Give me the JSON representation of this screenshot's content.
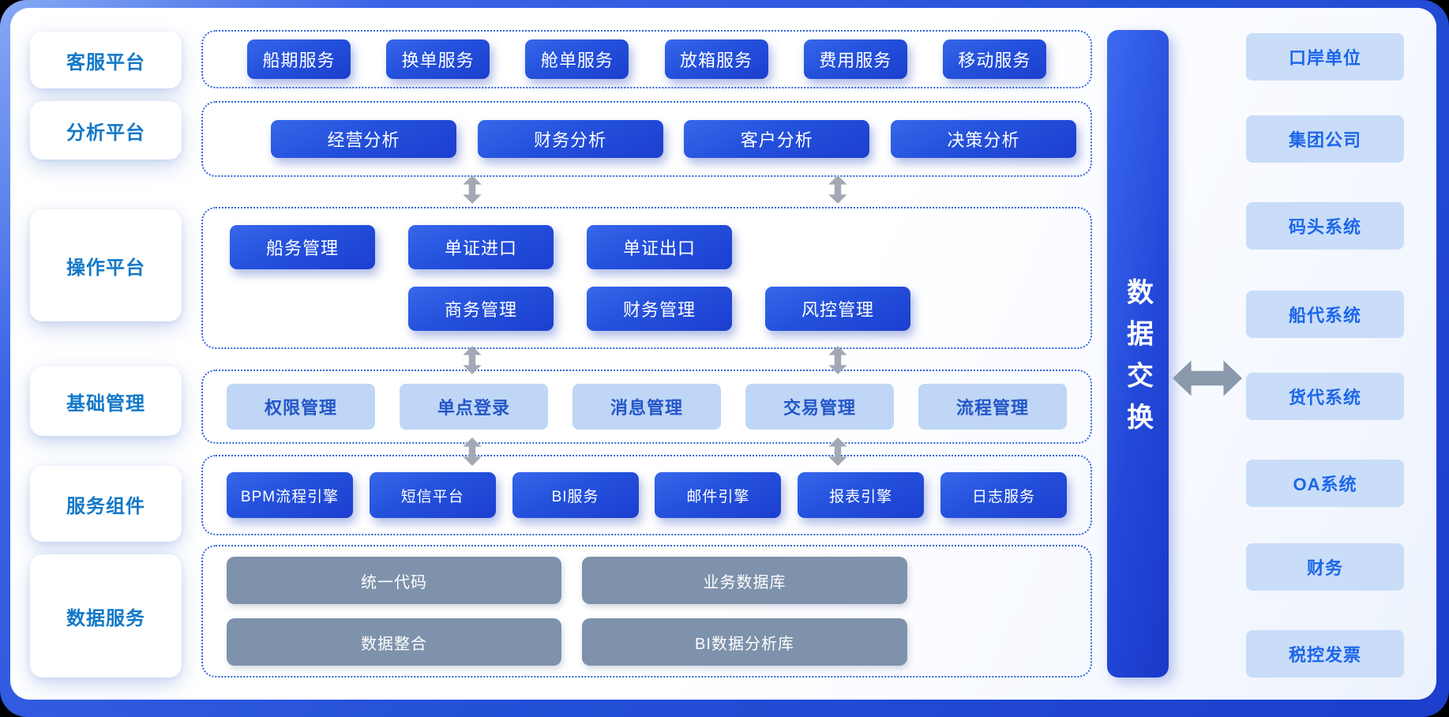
{
  "left_panels": [
    "客服平台",
    "分析平台",
    "操作平台",
    "基础管理",
    "服务组件",
    "数据服务"
  ],
  "rows": {
    "customer_service": [
      "船期服务",
      "换单服务",
      "舱单服务",
      "放箱服务",
      "费用服务",
      "移动服务"
    ],
    "analysis": [
      "经营分析",
      "财务分析",
      "客户分析",
      "决策分析"
    ],
    "operation_row1": [
      "船务管理",
      "单证进口",
      "单证出口"
    ],
    "operation_row2": [
      "商务管理",
      "财务管理",
      "风控管理"
    ],
    "base_mgmt": [
      "权限管理",
      "单点登录",
      "消息管理",
      "交易管理",
      "流程管理"
    ],
    "service_components": [
      "BPM流程引擎",
      "短信平台",
      "BI服务",
      "邮件引擎",
      "报表引擎",
      "日志服务"
    ],
    "data_service_row1": [
      "统一代码",
      "业务数据库"
    ],
    "data_service_row2": [
      "数据整合",
      "BI数据分析库"
    ]
  },
  "exchange_bar_label": "数据交换",
  "right_items": [
    "口岸单位",
    "集团公司",
    "码头系统",
    "船代系统",
    "货代系统",
    "OA系统",
    "财务",
    "税控发票"
  ],
  "colors": {
    "frame_blue": "#2450D8",
    "button_blue": "#2451DC",
    "light_blue_button": "#BFD6F6",
    "right_card_blue": "#C9DDF9",
    "gray_button": "#7E92AC",
    "label_text_blue": "#1278C8",
    "dotted_border_blue": "#2E64DC",
    "arrow_gray": "#A2A9B4",
    "big_arrow_gray": "#8A99AB"
  }
}
